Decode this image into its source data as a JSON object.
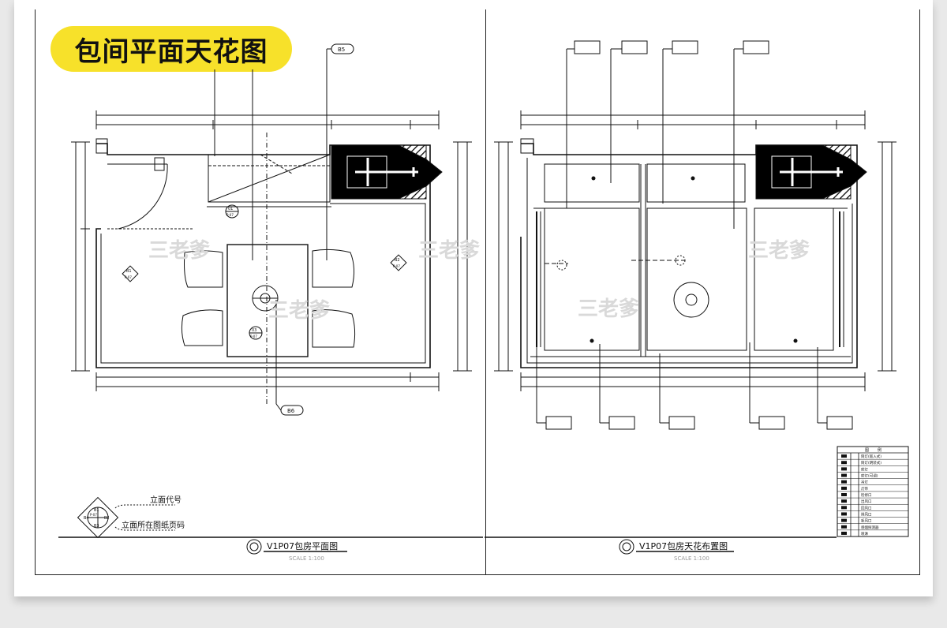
{
  "banner": {
    "title": "包间平面天花图"
  },
  "watermark": "三老爹",
  "left_plan": {
    "title": "V1P07包房平面图",
    "scale": "SCALE 1:100",
    "legend_elevation_code": "立面代号",
    "legend_sheet_code": "立面所在图纸页码",
    "marker_elevation": "B5",
    "marker_bottom": "B6",
    "elev_marks": [
      {
        "top": "B1",
        "bottom": "P-07"
      },
      {
        "top": "B2",
        "bottom": "P-07"
      },
      {
        "top": "01",
        "bottom": "P-07"
      },
      {
        "top": "03",
        "bottom": "P-07"
      }
    ],
    "legend_diamond": [
      "B1",
      "B4",
      "B2",
      "B3",
      "P-07"
    ]
  },
  "right_plan": {
    "title": "V1P07包房天花布置图",
    "scale": "SCALE 1:100"
  },
  "legend_table": {
    "header": [
      "图",
      "例"
    ],
    "rows": [
      "筒灯(嵌入式)",
      "筒灯(明装式)",
      "射灯",
      "射灯(可调)",
      "吊灯",
      "灯带",
      "检修口",
      "出风口",
      "回风口",
      "排风口",
      "新风口",
      "感烟探测器",
      "喷淋"
    ]
  }
}
